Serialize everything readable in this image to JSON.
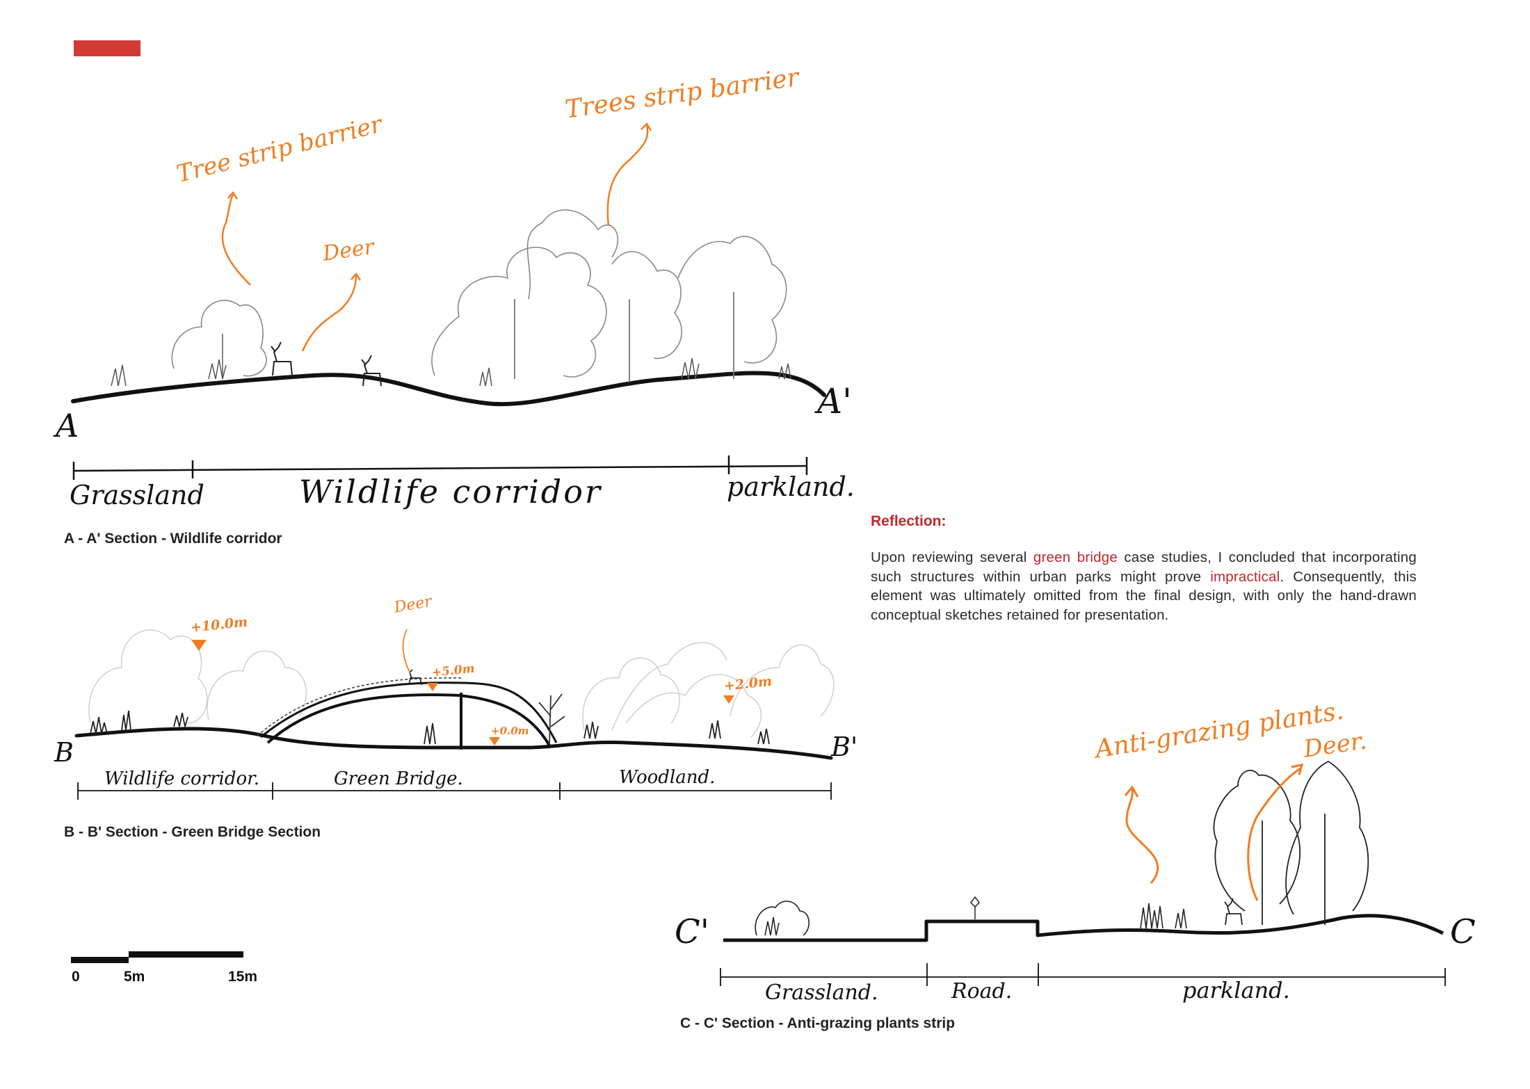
{
  "page": {
    "accent_color": "#d33a35",
    "annotation_color": "#ef7d22"
  },
  "sections": {
    "aa": {
      "title": "A - A' Section - Wildlife corridor",
      "marker_start": "A",
      "marker_end": "A'",
      "zones": [
        "Grassland",
        "Wildlife corridor",
        "parkland."
      ],
      "annotations": [
        "Tree strip barrier",
        "Trees strip barrier",
        "Deer"
      ]
    },
    "bb": {
      "title": "B - B' Section - Green Bridge Section",
      "marker_start": "B",
      "marker_end": "B'",
      "zones": [
        "Wildlife corridor.",
        "Green Bridge.",
        "Woodland."
      ],
      "annotations": [
        "Deer",
        "+10.0m",
        "+5.0m",
        "+0.0m",
        "+2.0m"
      ]
    },
    "cc": {
      "title": "C - C' Section - Anti-grazing plants strip",
      "marker_start": "C'",
      "marker_end": "C",
      "zones": [
        "Grassland.",
        "Road.",
        "parkland."
      ],
      "annotations": [
        "Anti-grazing plants.",
        "Deer."
      ]
    }
  },
  "reflection": {
    "heading": "Reflection:",
    "text_1": "Upon reviewing several ",
    "highlight_1": "green bridge",
    "text_2": " case studies, I concluded that incorporating such structures within urban parks might prove ",
    "highlight_2": "impractical",
    "text_3": ". Consequently, this element was ultimately omitted from the final design, with only the hand-drawn conceptual sketches retained for presentation."
  },
  "scale_bar": {
    "labels": [
      "0",
      "5m",
      "15m"
    ]
  }
}
